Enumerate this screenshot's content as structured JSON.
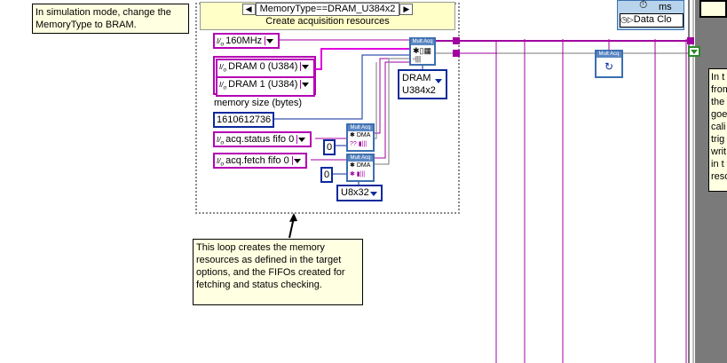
{
  "top_note": {
    "line1": "In simulation mode, change the",
    "line2": "MemoryType to BRAM."
  },
  "case_structure": {
    "selector_label": "MemoryType==DRAM_U384x2",
    "subdiagram_label": "Create acquisition resources"
  },
  "controls": {
    "clock": "160MHz",
    "dram0": "DRAM 0 (U384)",
    "dram1": "DRAM 1 (U384)",
    "memory_size_label": "memory size (bytes)",
    "memory_size_value": "1610612736",
    "status_fifo": "acq.status fifo 0",
    "fetch_fifo": "acq.fetch fifo 0",
    "status_const": "0",
    "fetch_const": "0",
    "dram_type_line1": "DRAM",
    "dram_type_line2": "U384x2",
    "fifo_type": "U8x32",
    "ring_prefix": "I",
    "ring_suffix": "o"
  },
  "subvis": {
    "header": "Mult Acq",
    "dma_label": "DMA",
    "dma_terminals": "?? ▮|||",
    "dma_terminals2": "✱ ▮|||"
  },
  "right_panel": {
    "timer_unit": "ms",
    "clock_label": "Data Clo",
    "side_text": [
      "In t",
      "from",
      "the",
      "goe",
      "cali",
      "trig",
      "writ",
      "in t",
      "reso"
    ]
  },
  "bottom_note": {
    "line1": "This loop creates the memory",
    "line2": "resources as defined in the target",
    "line3": "options, and the FIFOs created for",
    "line4": "fetching and status checking."
  }
}
